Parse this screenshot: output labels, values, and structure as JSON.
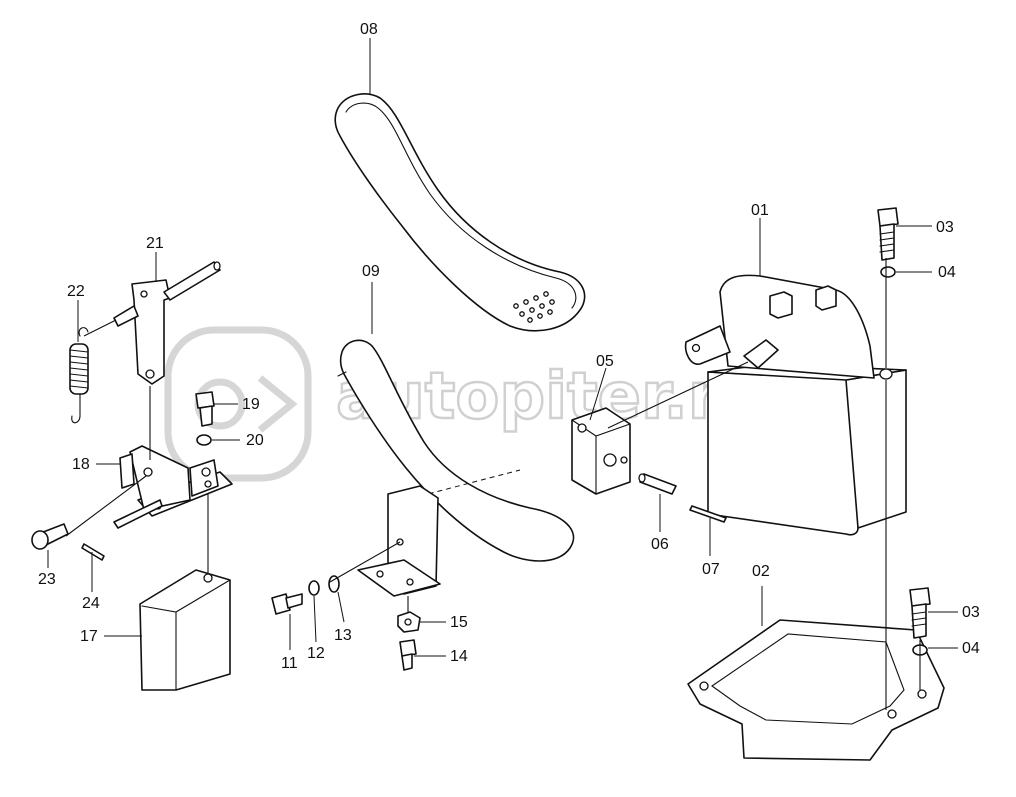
{
  "watermark": {
    "text": "autopiter.ru"
  },
  "part_labels": {
    "p01": "01",
    "p02": "02",
    "p03a": "03",
    "p03b": "03",
    "p04a": "04",
    "p04b": "04",
    "p05": "05",
    "p06": "06",
    "p07": "07",
    "p08": "08",
    "p09": "09",
    "p11": "11",
    "p12": "12",
    "p13": "13",
    "p14": "14",
    "p15": "15",
    "p17": "17",
    "p18": "18",
    "p19": "19",
    "p20": "20",
    "p21": "21",
    "p22": "22",
    "p23": "23",
    "p24": "24"
  }
}
